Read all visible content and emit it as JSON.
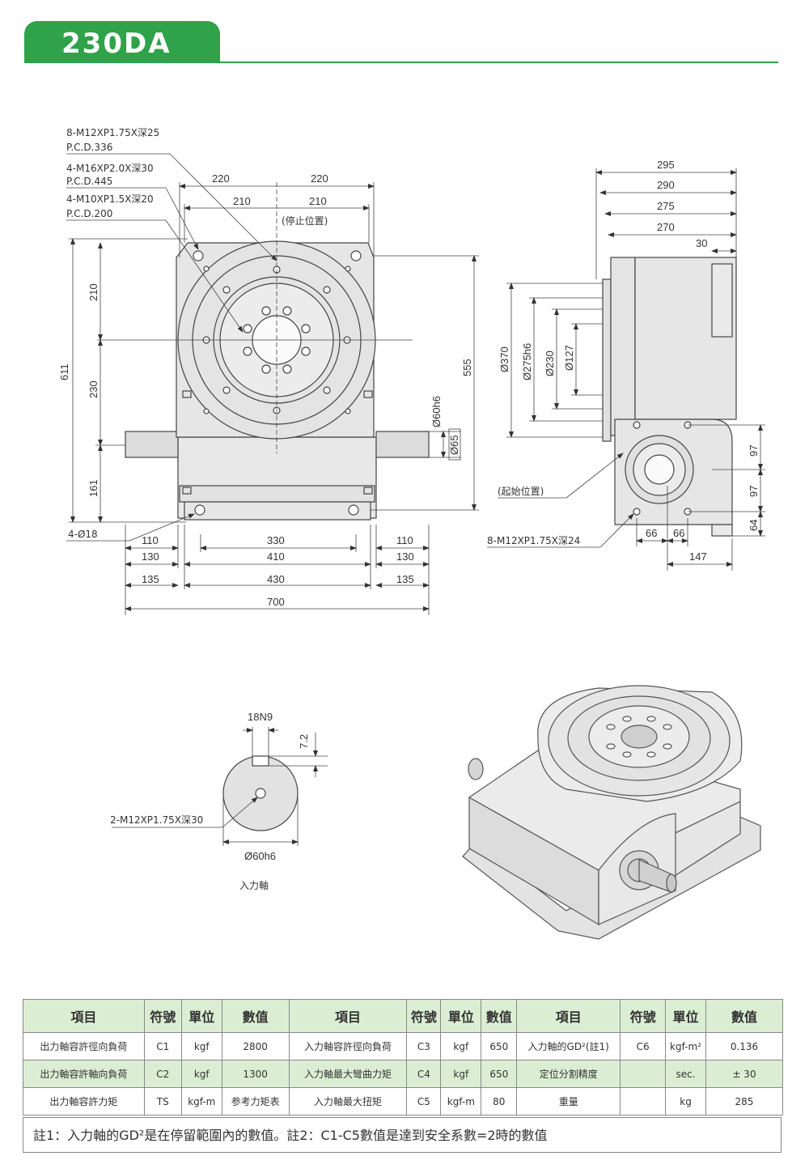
{
  "header": {
    "title": "230DA"
  },
  "front_view": {
    "note1": "8-M12XP1.75X深25",
    "note1_pcd": "P.C.D.336",
    "note2": "4-M16XP2.0X深30",
    "note2_pcd": "P.C.D.445",
    "note3": "4-M10XP1.5X深20",
    "note3_pcd": "P.C.D.200",
    "stop_position": "(停止位置)",
    "holes": "4-Ø18",
    "dims": {
      "top_left_220": "220",
      "top_right_220": "220",
      "top_left_210": "210",
      "top_right_210": "210",
      "h_611": "611",
      "h_210": "210",
      "h_230": "230",
      "h_161": "161",
      "h_555": "555",
      "shaft_d": "Ø60h6",
      "shaft_65": "Ø65",
      "b110l": "110",
      "b330": "330",
      "b110r": "110",
      "b130l": "130",
      "b410": "410",
      "b130r": "130",
      "b135l": "135",
      "b430": "430",
      "b135r": "135",
      "b700": "700"
    }
  },
  "side_view": {
    "dims": {
      "w295": "295",
      "w290": "290",
      "w275": "275",
      "w270": "270",
      "w30": "30",
      "d370": "Ø370",
      "d275": "Ø275h6",
      "d230": "Ø230",
      "d127": "Ø127",
      "v97a": "97",
      "v97b": "97",
      "v64": "64",
      "h66a": "66",
      "h66b": "66",
      "h147": "147"
    },
    "start_position": "(起始位置)",
    "side_note": "8-M12XP1.75X深24"
  },
  "input_shaft": {
    "key": "18N9",
    "depth": "7.2",
    "hole_note": "2-M12XP1.75X深30",
    "diameter": "Ø60h6",
    "caption": "入力軸"
  },
  "spec_table": {
    "headers": [
      "項目",
      "符號",
      "單位",
      "數值",
      "項目",
      "符號",
      "單位",
      "數值",
      "項目",
      "符號",
      "單位",
      "數值"
    ],
    "rows": [
      [
        "出力軸容許徑向負荷",
        "C1",
        "kgf",
        "2800",
        "入力軸容許徑向負荷",
        "C3",
        "kgf",
        "650",
        "入力軸的GD²(註1)",
        "C6",
        "kgf-m²",
        "0.136"
      ],
      [
        "出力軸容許軸向負荷",
        "C2",
        "kgf",
        "1300",
        "入力軸最大彎曲力矩",
        "C4",
        "kgf",
        "650",
        "定位分割精度",
        "",
        "sec.",
        "± 30"
      ],
      [
        "出力軸容許力矩",
        "TS",
        "kgf-m",
        "参考力矩表",
        "入力軸最大扭矩",
        "C5",
        "kgf-m",
        "80",
        "重量",
        "",
        "kg",
        "285"
      ]
    ]
  },
  "note": "註1：入力軸的GD²是在停留範圍內的數值。註2：C1-C5數值是達到安全系數=2時的數值"
}
